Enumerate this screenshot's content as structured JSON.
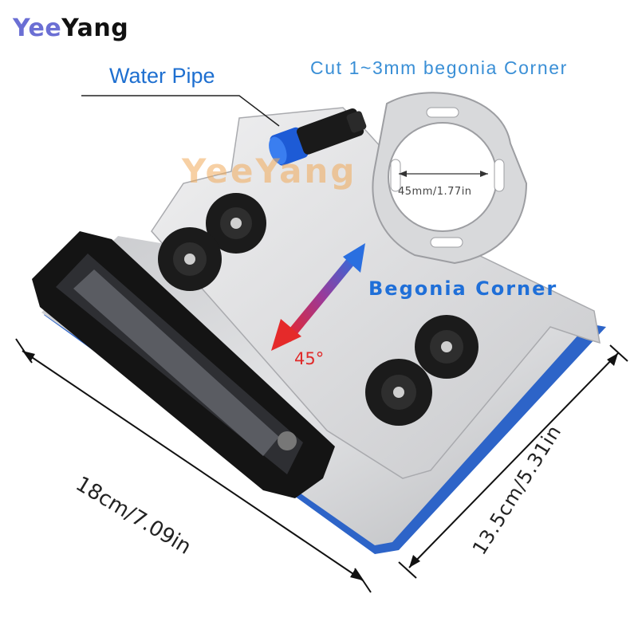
{
  "brand": {
    "part1": "Yee",
    "part2": "Yang"
  },
  "watermark": "YeeYang",
  "labels": {
    "water_pipe": "Water Pipe",
    "cut_range": "Cut 1~3mm begonia Corner",
    "begonia_corner": "Begonia Corner",
    "angle": "45°",
    "inner_diameter": "45mm/1.77in",
    "length": "18cm/7.09in",
    "width": "13.5cm/5.31in"
  },
  "colors": {
    "brand_accent": "#6b6fd4",
    "label_blue": "#1e6fd0",
    "arrow_blue": "#2a6fe0",
    "arrow_red": "#e52a2a",
    "base_blue": "#2d64c8",
    "plate": "#d9dadc",
    "knob": "#1b1b1b"
  },
  "icons": [
    "knob-icon",
    "handle-icon",
    "water-fitting-icon",
    "double-arrow-icon",
    "dimension-arrow-icon"
  ]
}
